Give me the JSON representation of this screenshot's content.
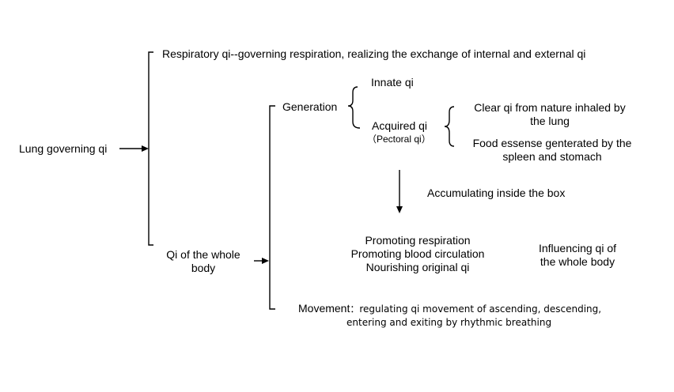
{
  "diagram": {
    "root": "Lung governing qi",
    "respiratory": "Respiratory qi--governing respiration, realizing the exchange of internal and external qi",
    "whole_body": [
      "Qi of the whole",
      "body"
    ],
    "generation": "Generation",
    "innate": "Innate qi",
    "acquired": "Acquired qi",
    "pectoral": "（Pectoral qi）",
    "clear_qi": [
      "Clear qi from nature inhaled by",
      "the lung"
    ],
    "food_essence": [
      "Food essense genterated by the",
      "spleen and stomach"
    ],
    "accumulating": "Accumulating inside the box",
    "functions": [
      "Promoting respiration",
      "Promoting blood circulation",
      "Nourishing original qi"
    ],
    "influencing": [
      "Influencing qi of",
      "the whole body"
    ],
    "movement_label": "Movement",
    "movement_text": [
      "：regulating qi movement of ascending, descending,",
      "entering and exiting by rhythmic breathing"
    ]
  }
}
